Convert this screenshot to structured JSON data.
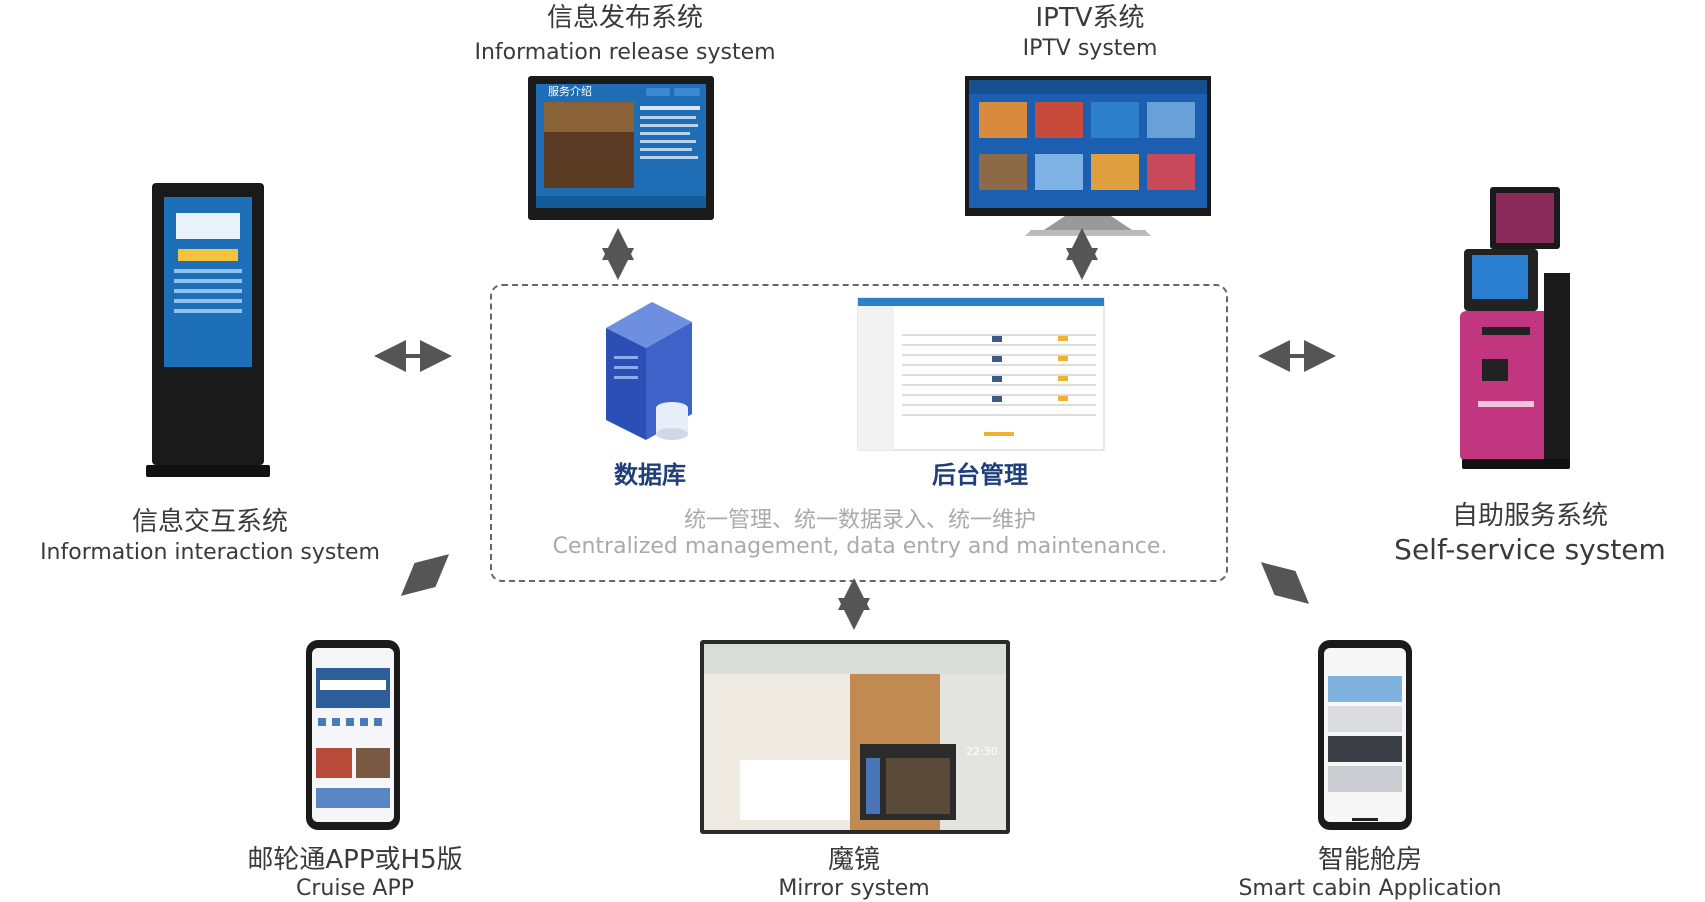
{
  "center": {
    "database_label": "数据库",
    "backend_label": "后台管理",
    "tagline_cn": "统一管理、统一数据录入、统一维护",
    "tagline_en": "Centralized management, data entry and maintenance."
  },
  "nodes": {
    "info_release": {
      "cn": "信息发布系统",
      "en": "Information release system",
      "screen_title": "服务介绍"
    },
    "iptv": {
      "cn": "IPTV系统",
      "en": "IPTV system"
    },
    "info_interaction": {
      "cn": "信息交互系统",
      "en": "Information interaction system"
    },
    "self_service": {
      "cn": "自助服务系统",
      "en": "Self-service system"
    },
    "cruise_app": {
      "cn": "邮轮通APP或H5版",
      "en": "Cruise APP"
    },
    "mirror": {
      "cn": "魔镜",
      "en": "Mirror system",
      "clock": "22:30"
    },
    "smart_cabin": {
      "cn": "智能舱房",
      "en": "Smart cabin Application"
    }
  },
  "colors": {
    "title_blue": "#1f3f7a",
    "arrow": "#555555",
    "kiosk_magenta": "#c2357f",
    "screen_blue": "#1d6fb8"
  }
}
